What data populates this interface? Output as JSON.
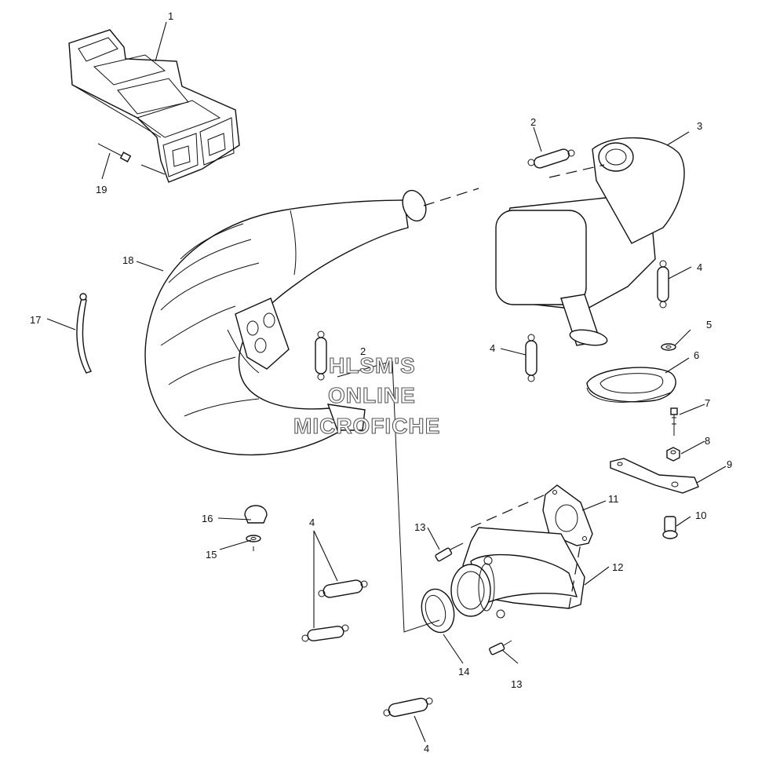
{
  "callouts": {
    "c1": "1",
    "c2a": "2",
    "c2b": "2",
    "c3": "3",
    "c4a": "4",
    "c4b": "4",
    "c4c": "4",
    "c4d": "4",
    "c5": "5",
    "c6": "6",
    "c7": "7",
    "c8": "8",
    "c9": "9",
    "c10": "10",
    "c11": "11",
    "c12": "12",
    "c13a": "13",
    "c13b": "13",
    "c14": "14",
    "c15": "15",
    "c16": "16",
    "c17": "17",
    "c18": "18",
    "c19": "19"
  },
  "watermark": {
    "line1": "HLSM'S",
    "line2": "ONLINE",
    "line3": "MICROFICHE"
  }
}
